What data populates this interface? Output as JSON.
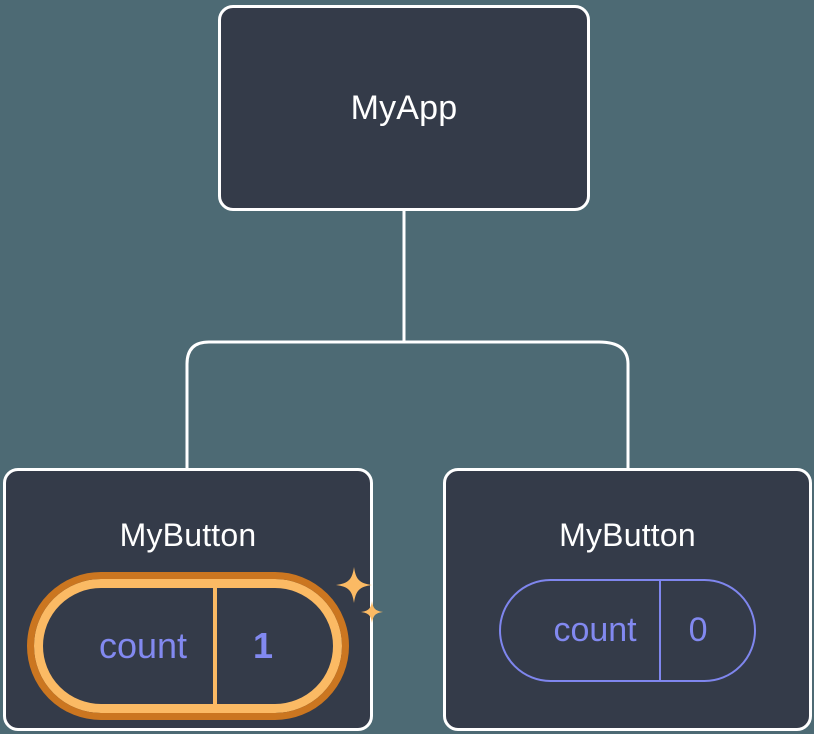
{
  "diagram": {
    "type": "component-tree",
    "background_color": "#4d6a74",
    "node_fill_color": "#343b49",
    "node_border_color": "#ffffff",
    "connector_color": "#ffffff",
    "state_color": "#8289f0",
    "highlight_outer_color": "#cb7620",
    "highlight_inner_color": "#fbba64",
    "sparkle_color": "#fbba64",
    "root": {
      "title": "MyApp"
    },
    "children": [
      {
        "title": "MyButton",
        "state_key": "count",
        "state_value": "1",
        "highlighted": true,
        "sparkle": true
      },
      {
        "title": "MyButton",
        "state_key": "count",
        "state_value": "0",
        "highlighted": false,
        "sparkle": false
      }
    ]
  }
}
